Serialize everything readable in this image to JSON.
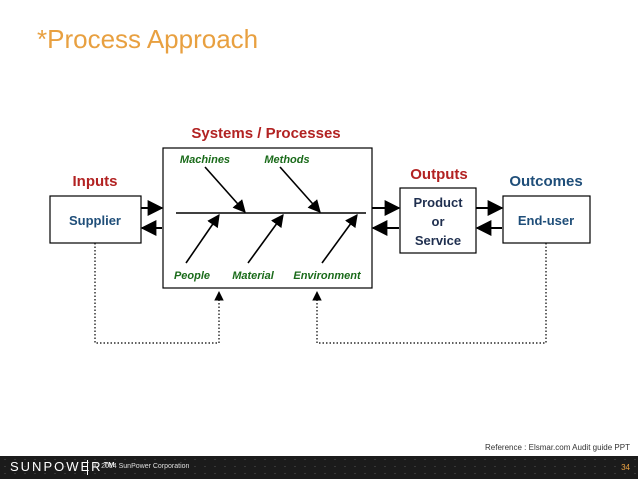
{
  "slide": {
    "title": "*Process Approach",
    "reference": "Reference : Elsmar.com Audit guide PPT",
    "page_number": "34"
  },
  "diagram": {
    "systems_label": "Systems / Processes",
    "inputs_label": "Inputs",
    "outputs_label": "Outputs",
    "outcomes_label": "Outcomes",
    "supplier": "Supplier",
    "product_lines": [
      "Product",
      "or",
      "Service"
    ],
    "end_user": "End-user",
    "causes_top": [
      "Machines",
      "Methods"
    ],
    "causes_bottom": [
      "People",
      "Material",
      "Environment"
    ]
  },
  "footer": {
    "brand": "SUNPOWER™",
    "copyright": "© 2014 SunPower Corporation"
  },
  "colors": {
    "title": "#e8a040",
    "section_label": "#b22222",
    "box_text": "#1f4e79",
    "cause_text": "#1a6b1a",
    "page_number": "#e8a040"
  }
}
